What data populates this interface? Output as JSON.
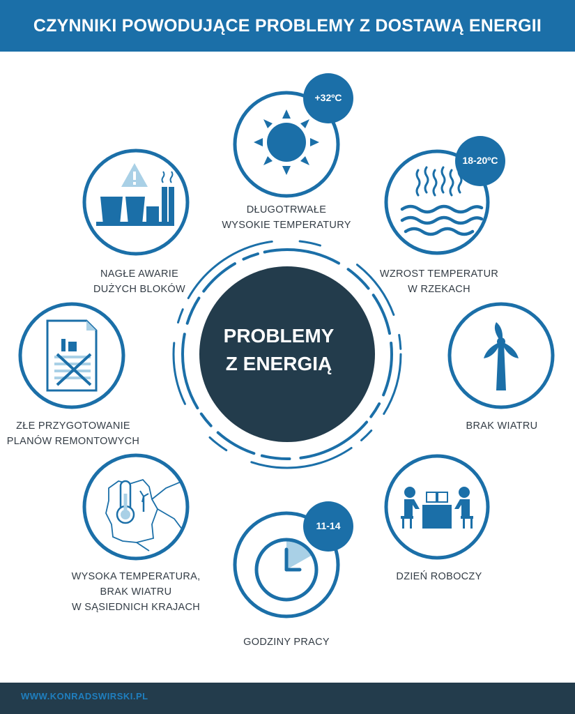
{
  "header": {
    "title": "CZYNNIKI POWODUJĄCE PROBLEMY Z DOSTAWĄ ENERGII"
  },
  "center": {
    "line1": "PROBLEMY",
    "line2": "Z ENERGIĄ"
  },
  "factors": {
    "heat": {
      "badge": "+32ºC",
      "line1": "DŁUGOTRWAŁE",
      "line2": "WYSOKIE TEMPERATURY",
      "icon": "sun-icon"
    },
    "rivers": {
      "badge": "18-20ºC",
      "line1": "WZROST TEMPERATUR",
      "line2": "W RZEKACH",
      "icon": "water-waves-icon"
    },
    "wind": {
      "line1": "BRAK WIATRU",
      "icon": "wind-turbine-icon"
    },
    "workday": {
      "line1": "DZIEŃ ROBOCZY",
      "icon": "office-workers-icon"
    },
    "hours": {
      "badge": "11-14",
      "line1": "GODZINY PRACY",
      "icon": "clock-icon"
    },
    "neighbors": {
      "line1": "WYSOKA TEMPERATURA,",
      "line2": "BRAK WIATRU",
      "line3": "W SĄSIEDNICH KRAJACH",
      "icon": "map-thermometer-icon"
    },
    "plans": {
      "line1": "ZŁE PRZYGOTOWANIE",
      "line2": "PLANÓW REMONTOWYCH",
      "icon": "crossed-document-icon"
    },
    "failures": {
      "line1": "NAGŁE AWARIE",
      "line2": "DUŻYCH BLOKÓW",
      "icon": "power-plant-warning-icon"
    }
  },
  "footer": {
    "url": "WWW.KONRADSWIRSKI.PL"
  },
  "colors": {
    "primary": "#1b6fa8",
    "dark": "#233c4c",
    "light": "#a9d0e6"
  }
}
